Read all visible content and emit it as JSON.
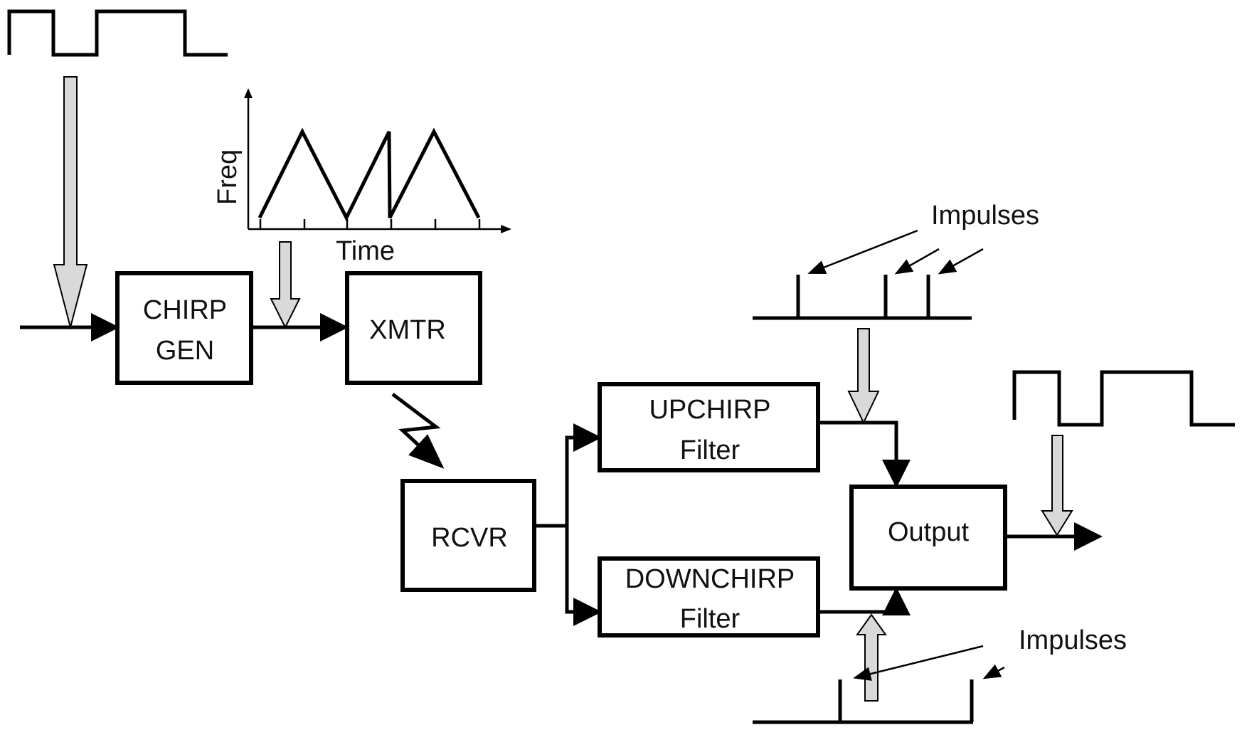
{
  "diagram": {
    "title": "",
    "blocks": {
      "chirp_gen": [
        "CHIRP",
        "GEN"
      ],
      "xmtr": "XMTR",
      "rcvr": "RCVR",
      "upchirp": [
        "UPCHIRP",
        "Filter"
      ],
      "downchirp": [
        "DOWNCHIRP",
        "Filter"
      ],
      "output": "Output"
    },
    "chirp_plot": {
      "ylabel": "Freq",
      "xlabel": "Time"
    },
    "annotations": {
      "impulses_top": "Impulses",
      "impulses_bottom": "Impulses"
    },
    "colors": {
      "line": "#000000",
      "signal_arrow_fill": "#d9d9d9",
      "background": "#ffffff"
    }
  }
}
